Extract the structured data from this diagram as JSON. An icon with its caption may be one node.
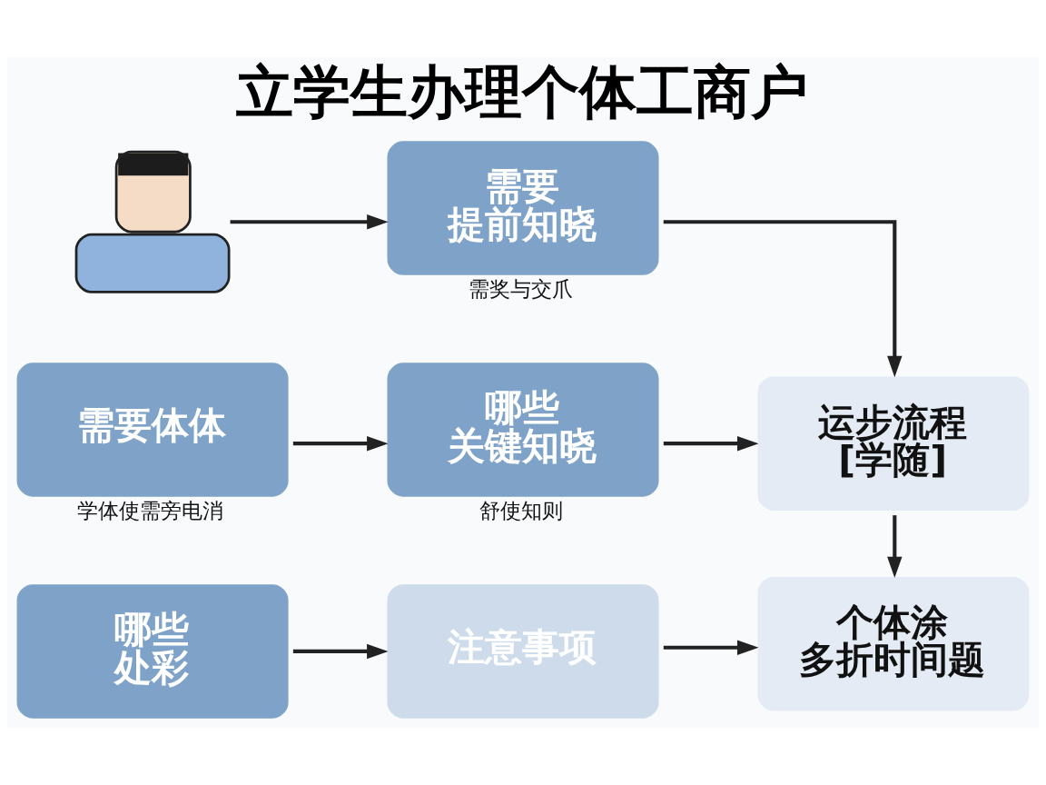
{
  "diagram": {
    "title": "立学生办理个体工商户",
    "nodes": [
      {
        "text": [
          "需要提前知晓"
        ],
        "beside": [
          "需奖与交爪"
        ]
      },
      {
        "text": [],
        "shape": "person"
      },
      {
        "text": [
          "哪些关键知晓"
        ],
        "beside": [
          "舒使知则"
        ]
      },
      {
        "text": [
          "运步流程[学随]"
        ]
      },
      {
        "text": [
          "需要体体"
        ],
        "beside": [
          "学体使需旁电消"
        ]
      },
      {
        "text": [
          "哪些处彩"
        ]
      },
      {
        "text": [
          "注意事项"
        ]
      },
      {
        "text": [
          "个体涂多折时间题"
        ]
      }
    ],
    "edges": [
      {
        "from": 1,
        "to": 0,
        "arrow": "to"
      },
      {
        "from": 4,
        "to": 2,
        "arrow": "to"
      },
      {
        "from": 0,
        "to": 3,
        "arrow": "to"
      },
      {
        "from": 2,
        "to": 3,
        "arrow": "to"
      },
      {
        "from": 3,
        "to": 7,
        "arrow": "to"
      },
      {
        "from": 5,
        "to": 6,
        "arrow": "to"
      },
      {
        "from": 6,
        "to": 7,
        "arrow": "to"
      }
    ]
  }
}
